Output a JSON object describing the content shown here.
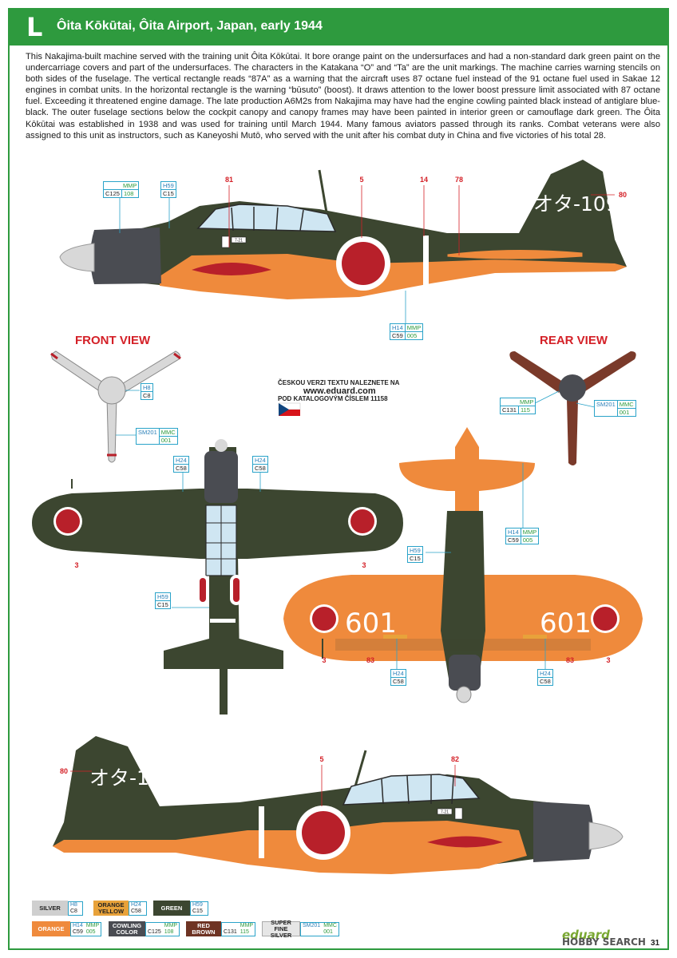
{
  "header": {
    "letter": "L",
    "title": "Ôita Kōkūtai, Ôita Airport, Japan, early 1944"
  },
  "description": "This Nakajima-built machine served with the training unit Ôita Kōkūtai. It bore orange paint on the undersurfaces and had a non-standard dark green paint on the undercarriage covers and part of the undersurfaces. The characters in the Katakana “O” and “Ta” are the unit markings. The machine carries warning stencils on both sides of the fuselage. The vertical rectangle reads “87A” as a warning that the aircraft uses 87 octane fuel instead of the 91 octane fuel used in Sakae 12 engines in combat units. In the horizontal rectangle is the warning “būsuto” (boost). It draws attention to the lower boost pressure limit associated with 87 octane fuel. Exceeding it threatened engine damage. The late production A6M2s from Nakajima may have had the engine cowling painted black instead of antiglare blue-black. The outer fuselage sections below the cockpit canopy and canopy frames may have been painted in interior green or camouflage dark green. The Ôita Kōkūtai was established in 1938 and was used for training until March 1944. Many famous aviators passed through its ranks. Combat veterans were also assigned to this unit as instructors, such as Kaneyoshi Mutō, who served with the unit after his combat duty in China and five victories of his total 28.",
  "views": {
    "front": "FRONT VIEW",
    "rear": "REAR VIEW"
  },
  "czech_note": {
    "line1": "ČESKOU VERZI TEXTU NALEZNETE NA",
    "url": "www.eduard.com",
    "line2": "POD KATALOGOVÝM ČÍSLEM 11158"
  },
  "markings": {
    "tail_code": "オタ-109",
    "wing_code": "601",
    "stencil": "7-21",
    "callouts_side_top": [
      "81",
      "5",
      "14",
      "78",
      "80"
    ],
    "callouts_plan": [
      "3",
      "3",
      "3",
      "83",
      "83",
      "3"
    ],
    "callouts_side_bottom": [
      "80",
      "5",
      "82"
    ]
  },
  "codes": {
    "c125_108": {
      "h": "",
      "m": "MMP",
      "c": "C125",
      "n": "108"
    },
    "h59_c15": {
      "h": "H59",
      "c": "C15"
    },
    "h14_c59": {
      "h": "H14",
      "m": "MMP",
      "c": "C59",
      "n": "005"
    },
    "h8_c8": {
      "h": "H8",
      "c": "C8"
    },
    "sm201": {
      "h": "SM201",
      "m": "MMC",
      "n": "001"
    },
    "c131_115": {
      "m": "MMP",
      "c": "C131",
      "n": "115"
    },
    "h24_c58": {
      "h": "H24",
      "c": "C58"
    }
  },
  "legend": [
    {
      "name": "SILVER",
      "h": "H8",
      "c": "C8",
      "color": "#cfcfcf",
      "text": "#222222"
    },
    {
      "name": "ORANGE YELLOW",
      "h": "H24",
      "c": "C58",
      "color": "#e8a23a",
      "text": "#222222"
    },
    {
      "name": "GREEN",
      "h": "H59",
      "c": "C15",
      "color": "#3c4630",
      "text": "#ffffff"
    },
    {
      "name": "ORANGE",
      "h": "H14",
      "m": "MMP",
      "c": "C59",
      "n": "005",
      "color": "#ef8a3c",
      "text": "#ffffff"
    },
    {
      "name": "COWLING COLOR",
      "m": "MMP",
      "c": "C125",
      "n": "108",
      "color": "#4a4c52",
      "text": "#ffffff"
    },
    {
      "name": "RED BROWN",
      "m": "MMP",
      "c": "C131",
      "n": "115",
      "color": "#6e3323",
      "text": "#ffffff"
    },
    {
      "name": "SUPER FINE SILVER",
      "h": "SM201",
      "m": "MMC",
      "n": "001",
      "color": "#e6e6e6",
      "text": "#222222"
    }
  ],
  "footer": {
    "brand": "eduard",
    "watermark": "HOBBY SEARCH",
    "page": "31"
  },
  "colors": {
    "green_border": "#2e9a3e",
    "hinomaru": "#b8202a",
    "dark_green": "#3c4630",
    "orange": "#ef8a3c",
    "cowling": "#4a4c52"
  }
}
